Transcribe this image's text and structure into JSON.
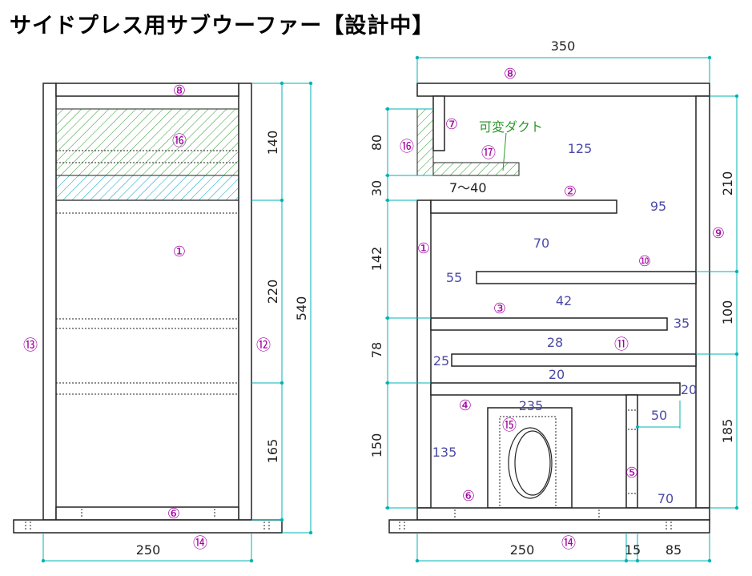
{
  "title": "サイドプレス用サブウーファー【設計中】",
  "colors": {
    "dimension_line": "#00b3b3",
    "part_marker": "#a000a0",
    "inner_number": "#4a4aa8",
    "hatch_green": "#2a9a2a",
    "hatch_cyan": "#00a0c0"
  },
  "front_view": {
    "dims_right": [
      "140",
      "220",
      "165"
    ],
    "dim_total": "540",
    "dim_bottom": "250",
    "markers": {
      "m8": "⑧",
      "m16": "⑯",
      "m1": "①",
      "m13": "⑬",
      "m12": "⑫",
      "m6": "⑥",
      "m14": "⑭"
    }
  },
  "side_view": {
    "dim_top": "350",
    "dims_left": [
      "80",
      "30",
      "142",
      "78",
      "150"
    ],
    "dims_right": [
      "210",
      "100",
      "185"
    ],
    "dims_bottom": [
      "250",
      "15",
      "85"
    ],
    "duct_label": "可変ダクト",
    "gap_label": "7～40",
    "inner_numbers": {
      "n125": "125",
      "n95": "95",
      "n70a": "70",
      "n55": "55",
      "n42": "42",
      "n35": "35",
      "n28": "28",
      "n25": "25",
      "n20a": "20",
      "n20b": "20",
      "n235": "235",
      "n50": "50",
      "n135": "135",
      "n70b": "70"
    },
    "markers": {
      "m8": "⑧",
      "m7": "⑦",
      "m16": "⑯",
      "m17": "⑰",
      "m2": "②",
      "m9": "⑨",
      "m1": "①",
      "m10": "⑩",
      "m3": "③",
      "m11": "⑪",
      "m4": "④",
      "m15": "⑮",
      "m5": "⑤",
      "m6": "⑥",
      "m14": "⑭"
    }
  }
}
